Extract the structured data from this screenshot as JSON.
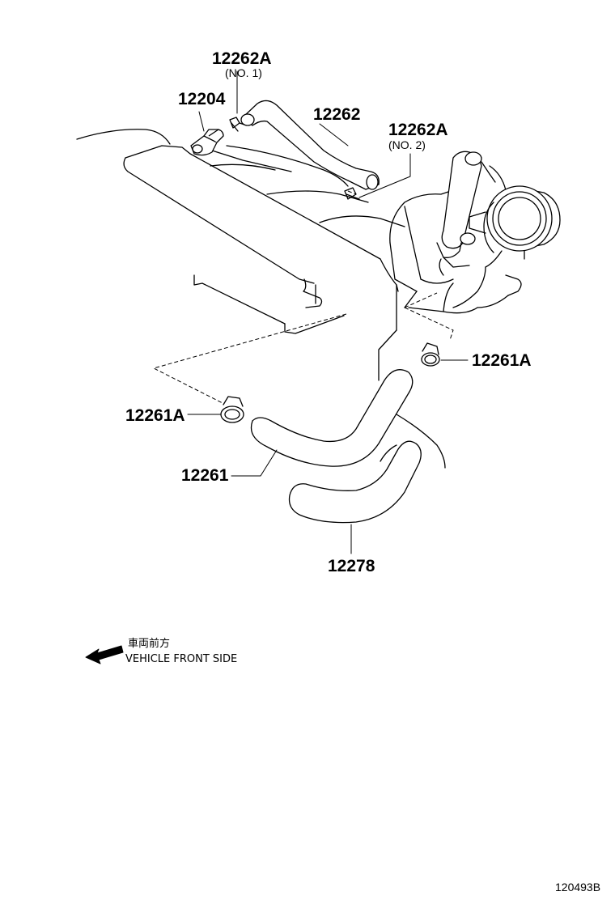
{
  "labels": {
    "p12262A_no1": "12262A",
    "p12262A_no1_sub": "(NO. 1)",
    "p12204": "12204",
    "p12262": "12262",
    "p12262A_no2": "12262A",
    "p12262A_no2_sub": "(NO. 2)",
    "p12261A_right": "12261A",
    "p12261A_left": "12261A",
    "p12261": "12261",
    "p12278": "12278"
  },
  "front_note": {
    "jp": "車両前方",
    "en": "VEHICLE FRONT SIDE"
  },
  "figure_id": "120493B"
}
